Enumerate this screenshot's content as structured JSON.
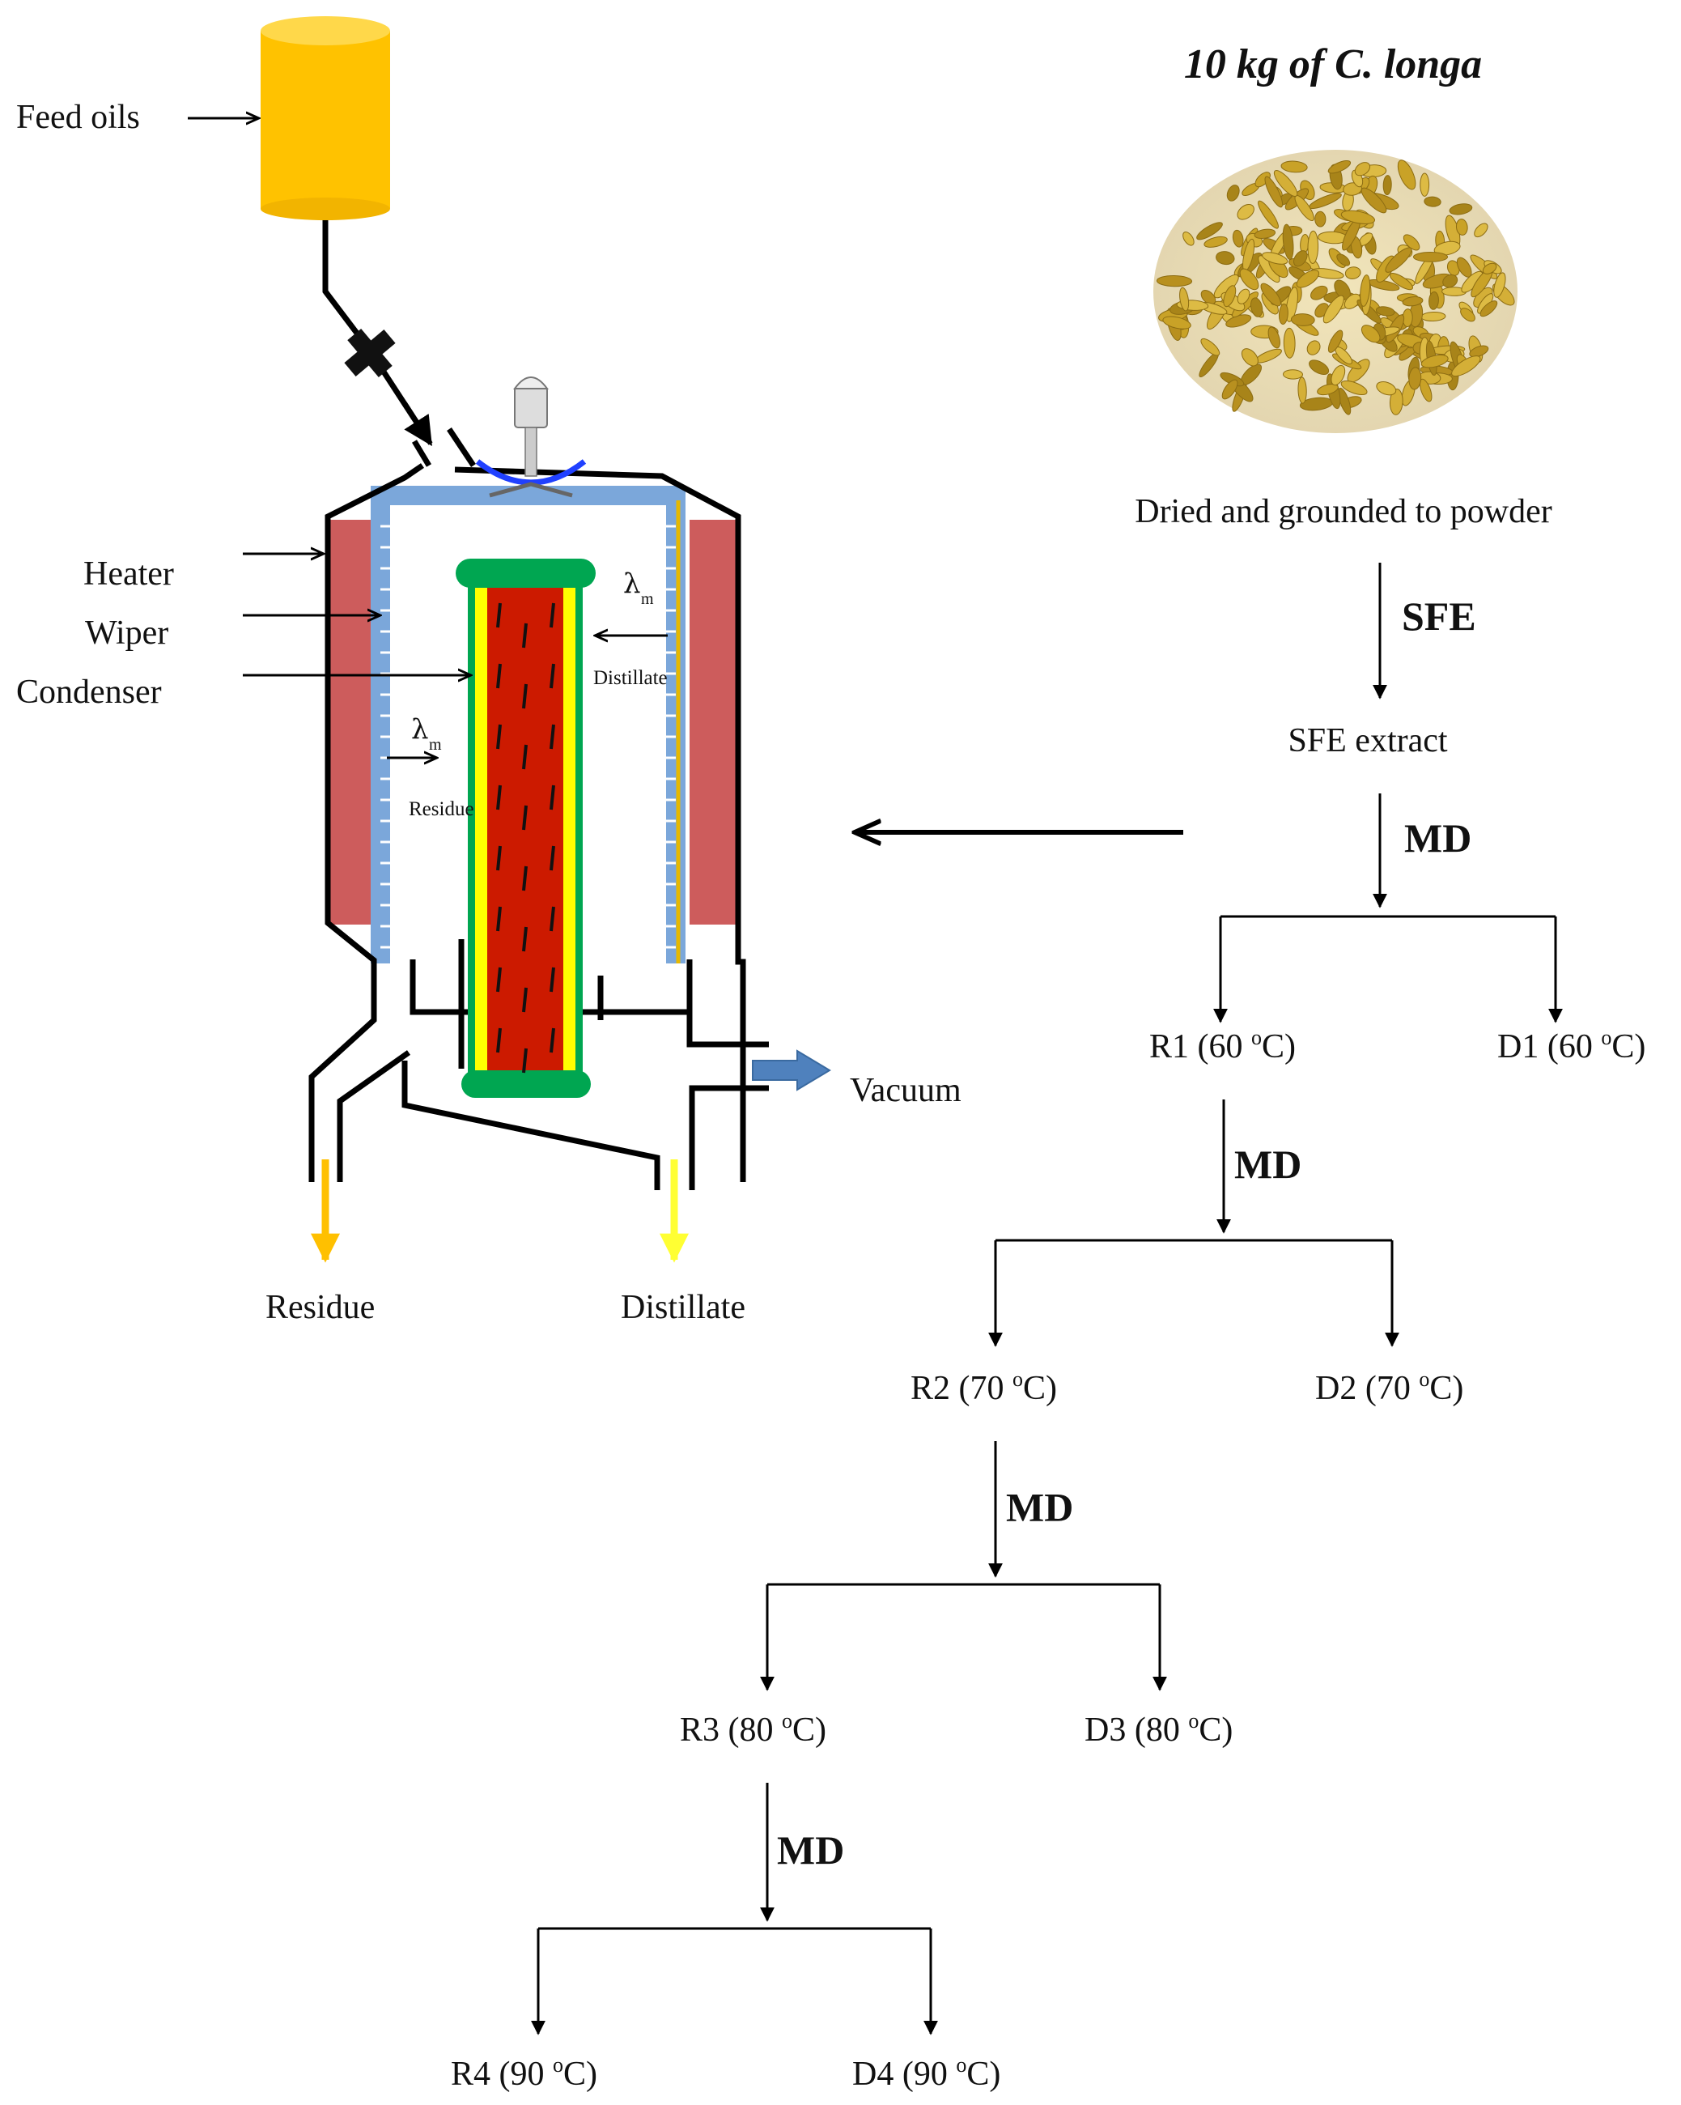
{
  "feed": {
    "label": "Feed oils"
  },
  "apparatus": {
    "heater_label": "Heater",
    "wiper_label": "Wiper",
    "condenser_label": "Condenser",
    "lambda_symbol": "λ",
    "lambda_subscript": "m",
    "inner_distillate_label": "Distillate",
    "inner_residue_label": "Residue",
    "vacuum_label": "Vacuum",
    "residue_outlet_label": "Residue",
    "distillate_outlet_label": "Distillate"
  },
  "colors": {
    "feed_tank": "#FFC200",
    "heater": "#CD5C5C",
    "condenser_jacket": "#7BA7DA",
    "condenser_core": "#CC1A00",
    "end_caps": "#00A651",
    "wiper_film": "#FFFF00",
    "vacuum_arrow": "#4F81BD",
    "outlet_arrows": "#FFC000",
    "turmeric": "#C9A227"
  },
  "flow": {
    "title": "10 kg of C. longa",
    "prep_label": "Dried and grounded to powder",
    "sfe_step": "SFE",
    "sfe_extract": "SFE extract",
    "md_step": "MD",
    "stages": [
      {
        "residue": "R1 (60 ",
        "distillate": "D1 (60 "
      },
      {
        "residue": "R2 (70 ",
        "distillate": "D2 (70 "
      },
      {
        "residue": "R3 (80 ",
        "distillate": "D3 (80 "
      },
      {
        "residue": "R4 (90 ",
        "distillate": "D4 (90 "
      }
    ],
    "degree_symbol": "o",
    "temp_unit": "C)"
  }
}
